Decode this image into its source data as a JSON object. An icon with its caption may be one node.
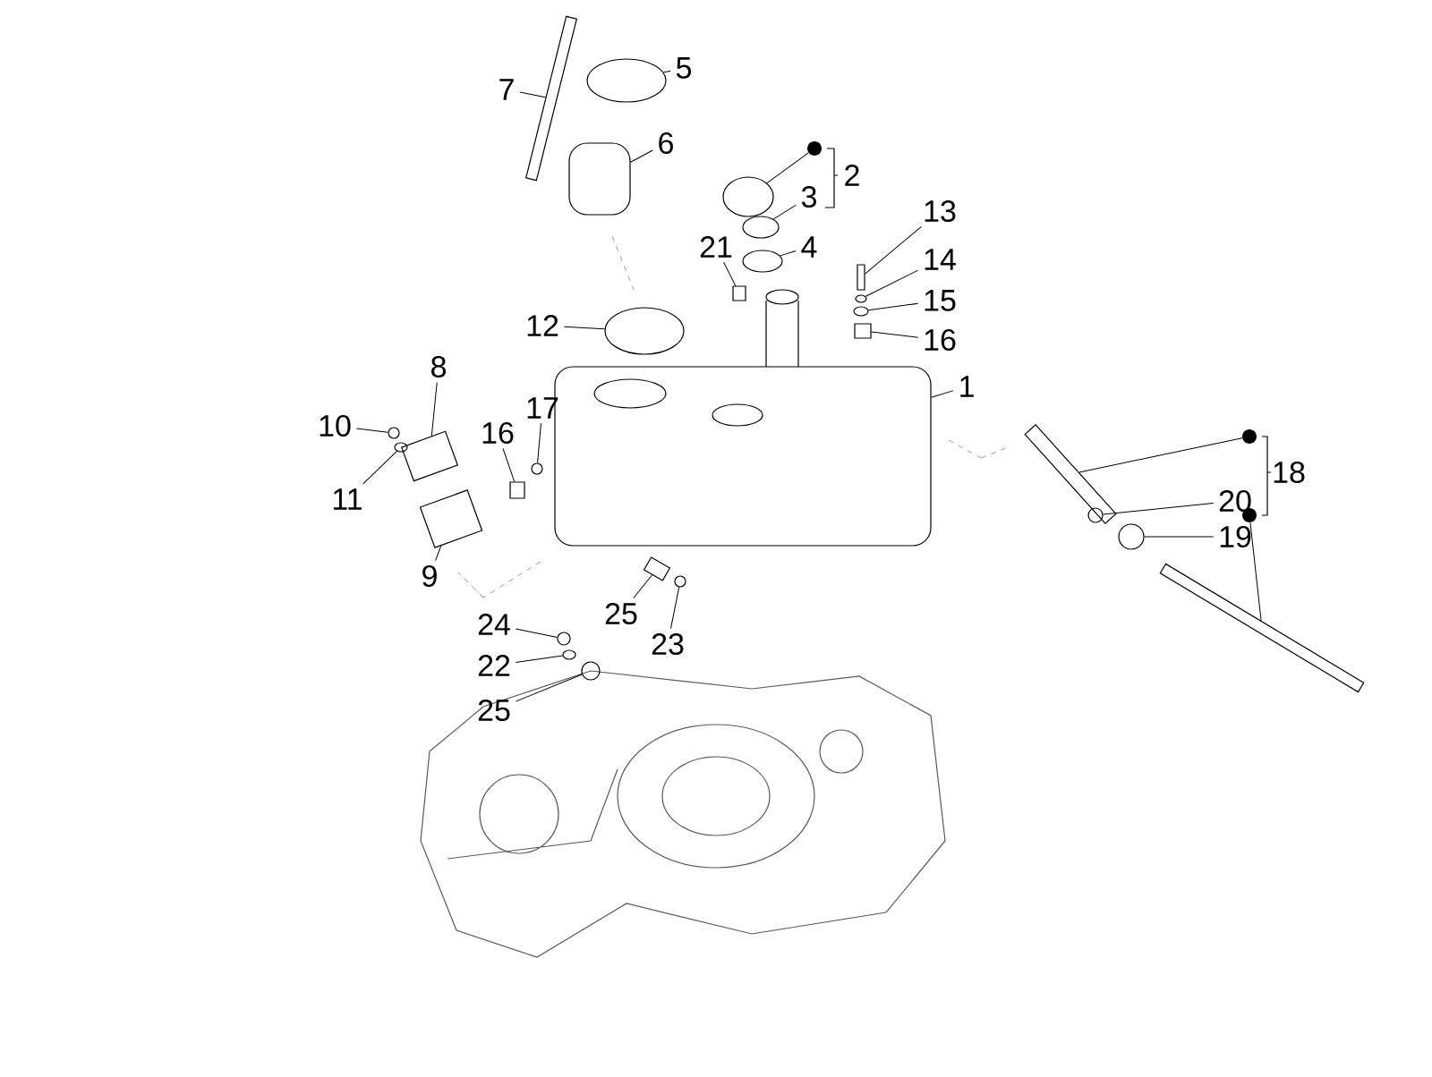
{
  "diagram": {
    "nodes": [
      {
        "text": [
          "5"
        ]
      },
      {
        "text": [
          "7"
        ]
      },
      {
        "text": [
          "6"
        ]
      },
      {
        "text": [
          "2"
        ]
      },
      {
        "text": [
          "3"
        ]
      },
      {
        "text": [
          "21"
        ]
      },
      {
        "text": [
          "4"
        ]
      },
      {
        "text": [
          "13"
        ]
      },
      {
        "text": [
          "14"
        ]
      },
      {
        "text": [
          "15"
        ]
      },
      {
        "text": [
          "12"
        ]
      },
      {
        "text": [
          "16"
        ]
      },
      {
        "text": [
          "8"
        ]
      },
      {
        "text": [
          "1"
        ]
      },
      {
        "text": [
          "17"
        ]
      },
      {
        "text": [
          "10"
        ]
      },
      {
        "text": [
          "16"
        ]
      },
      {
        "text": [
          "18"
        ]
      },
      {
        "text": [
          "20"
        ]
      },
      {
        "text": [
          "11"
        ]
      },
      {
        "text": [
          "19"
        ]
      },
      {
        "text": [
          "9"
        ]
      },
      {
        "text": [
          "25"
        ]
      },
      {
        "text": [
          "24"
        ]
      },
      {
        "text": [
          "23"
        ]
      },
      {
        "text": [
          "22"
        ]
      },
      {
        "text": [
          "25"
        ]
      },
      {
        "text": [],
        "shape": "circle"
      },
      {
        "text": [],
        "shape": "circle"
      },
      {
        "text": [],
        "shape": "circle"
      },
      {
        "text": [],
        "shape": "circle"
      },
      {
        "text": [],
        "shape": "bar"
      },
      {
        "text": [],
        "shape": "box"
      },
      {
        "text": [],
        "shape": "circle"
      },
      {
        "text": [],
        "shape": "circle"
      },
      {
        "text": [],
        "shape": "circle"
      },
      {
        "text": [],
        "shape": "box"
      },
      {
        "text": [],
        "shape": "bar"
      },
      {
        "text": [],
        "shape": "circle"
      },
      {
        "text": [],
        "shape": "circle"
      },
      {
        "text": [],
        "shape": "box"
      },
      {
        "text": [],
        "shape": "circle"
      },
      {
        "text": [],
        "shape": "box"
      },
      {
        "text": [],
        "shape": "box"
      },
      {
        "text": [],
        "shape": "circle"
      },
      {
        "text": [],
        "shape": "circle"
      },
      {
        "text": [],
        "shape": "box"
      },
      {
        "text": [],
        "shape": "circle"
      },
      {
        "text": [],
        "shape": "box"
      },
      {
        "text": [],
        "shape": "box"
      },
      {
        "text": [],
        "shape": "circle"
      },
      {
        "text": [],
        "shape": "circle"
      },
      {
        "text": [],
        "shape": "circle"
      },
      {
        "text": [],
        "shape": "circle"
      },
      {
        "text": [],
        "shape": "bar"
      },
      {
        "text": [],
        "shape": "circle"
      },
      {
        "text": [],
        "shape": "circle"
      },
      {
        "text": [],
        "shape": "bar"
      }
    ],
    "edges": [
      {
        "from": 0,
        "to": 30,
        "arrow": "none"
      },
      {
        "from": 1,
        "to": 31,
        "arrow": "none"
      },
      {
        "from": 2,
        "to": 32,
        "arrow": "none"
      },
      {
        "from": 27,
        "to": 33,
        "arrow": "none"
      },
      {
        "from": 4,
        "to": 34,
        "arrow": "none"
      },
      {
        "from": 5,
        "to": 36,
        "arrow": "none"
      },
      {
        "from": 6,
        "to": 35,
        "arrow": "none"
      },
      {
        "from": 7,
        "to": 37,
        "arrow": "none"
      },
      {
        "from": 8,
        "to": 38,
        "arrow": "none"
      },
      {
        "from": 9,
        "to": 39,
        "arrow": "none"
      },
      {
        "from": 10,
        "to": 41,
        "arrow": "none"
      },
      {
        "from": 11,
        "to": 40,
        "arrow": "none"
      },
      {
        "from": 12,
        "to": 43,
        "arrow": "none"
      },
      {
        "from": 13,
        "to": 42,
        "arrow": "none"
      },
      {
        "from": 14,
        "to": 47,
        "arrow": "none"
      },
      {
        "from": 15,
        "to": 44,
        "arrow": "none"
      },
      {
        "from": 16,
        "to": 48,
        "arrow": "none"
      },
      {
        "from": 18,
        "to": 55,
        "arrow": "none"
      },
      {
        "from": 19,
        "to": 45,
        "arrow": "none"
      },
      {
        "from": 20,
        "to": 56,
        "arrow": "none"
      },
      {
        "from": 21,
        "to": 46,
        "arrow": "none"
      },
      {
        "from": 22,
        "to": 49,
        "arrow": "none"
      },
      {
        "from": 23,
        "to": 51,
        "arrow": "none"
      },
      {
        "from": 24,
        "to": 50,
        "arrow": "none"
      },
      {
        "from": 25,
        "to": 52,
        "arrow": "none"
      },
      {
        "from": 26,
        "to": 53,
        "arrow": "none"
      },
      {
        "from": 28,
        "to": 54,
        "arrow": "none"
      },
      {
        "from": 29,
        "to": 57,
        "arrow": "none"
      }
    ]
  }
}
